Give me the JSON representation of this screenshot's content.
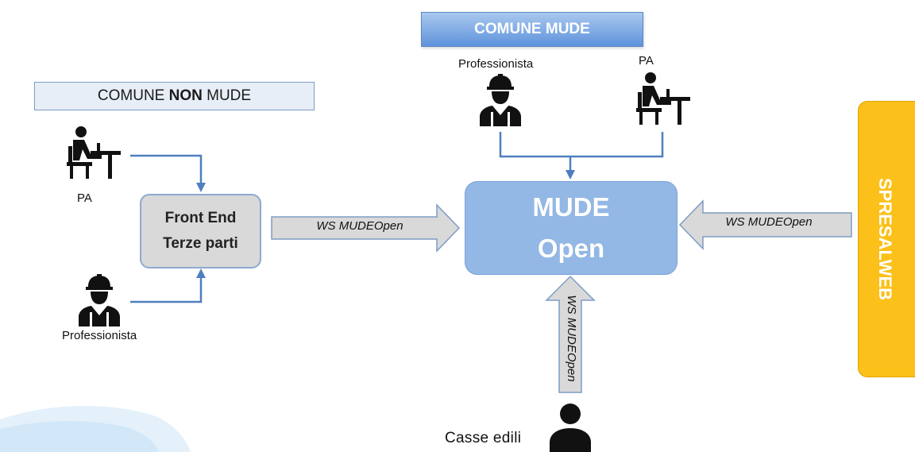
{
  "comune_mude": {
    "title": "COMUNE MUDE"
  },
  "comune_non_mude": {
    "prefix": "COMUNE ",
    "bold": "NON",
    "suffix": " MUDE"
  },
  "top_people": {
    "professionista_label": "Professionista",
    "pa_label": "PA"
  },
  "left_people": {
    "pa_label": "PA",
    "professionista_label": "Professionista"
  },
  "front_end": {
    "line1": "Front End",
    "line2": "Terze parti"
  },
  "mude": {
    "line1": "MUDE",
    "line2": "Open"
  },
  "spresalweb": {
    "label": "SPRESALWEB"
  },
  "ws_arrows": {
    "left_label": "WS MUDEOpen",
    "right_label": "WS MUDEOpen",
    "bottom_label": "WS MUDEOpen"
  },
  "casse_edili": {
    "label": "Casse edili"
  },
  "colors": {
    "connector_blue": "#4f7fbf",
    "mude_box": "#93b8e6",
    "spresal_yellow": "#fbc11a",
    "arrow_gray": "#d9d9d9"
  }
}
